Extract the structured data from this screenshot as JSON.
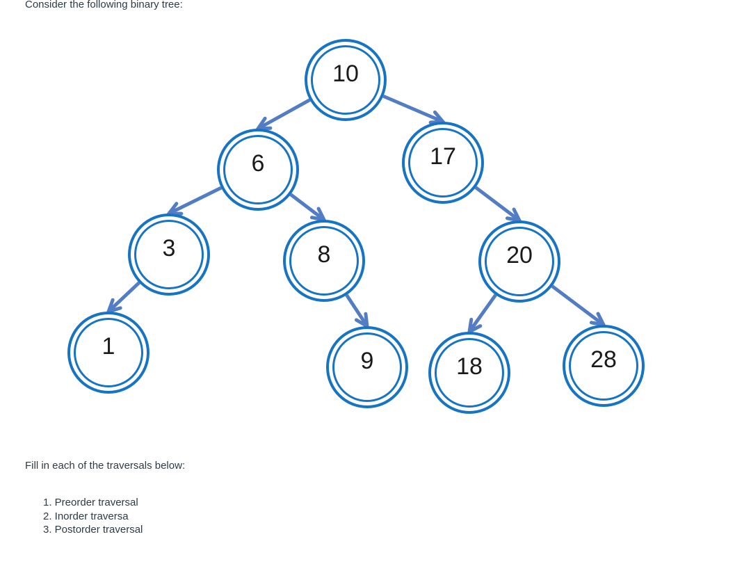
{
  "header": {
    "title": "Consider the following binary tree:"
  },
  "tree": {
    "root": "10",
    "nodes": [
      {
        "id": "10",
        "label": "10"
      },
      {
        "id": "6",
        "label": "6"
      },
      {
        "id": "17",
        "label": "17"
      },
      {
        "id": "3",
        "label": "3"
      },
      {
        "id": "8",
        "label": "8"
      },
      {
        "id": "20",
        "label": "20"
      },
      {
        "id": "1",
        "label": "1"
      },
      {
        "id": "9",
        "label": "9"
      },
      {
        "id": "18",
        "label": "18"
      },
      {
        "id": "28",
        "label": "28"
      }
    ],
    "edges": [
      {
        "from": "10",
        "to": "6"
      },
      {
        "from": "10",
        "to": "17"
      },
      {
        "from": "6",
        "to": "3"
      },
      {
        "from": "6",
        "to": "8"
      },
      {
        "from": "17",
        "to": "20"
      },
      {
        "from": "3",
        "to": "1"
      },
      {
        "from": "8",
        "to": "9"
      },
      {
        "from": "20",
        "to": "18"
      },
      {
        "from": "20",
        "to": "28"
      }
    ],
    "colors": {
      "node_stroke": "#1774c4",
      "node_fill": "#ffffff",
      "node_text": "#1a1a1a",
      "arrow": "#527cc4"
    }
  },
  "instructions": {
    "heading": "Fill in each of the traversals below:",
    "items": [
      "1. Preorder traversal",
      "2. Inorder traversa",
      "3. Postorder traversal"
    ]
  }
}
